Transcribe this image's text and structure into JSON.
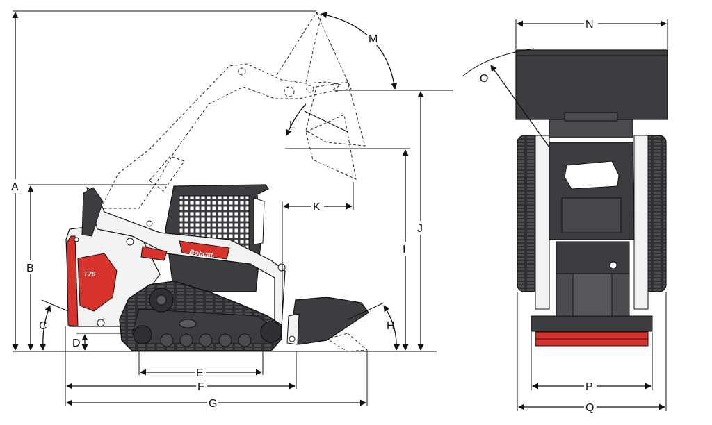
{
  "labels": {
    "A": "A",
    "B": "B",
    "C": "C",
    "D": "D",
    "E": "E",
    "F": "F",
    "G": "G",
    "H": "H",
    "I": "I",
    "J": "J",
    "K": "K",
    "L": "L",
    "M": "M",
    "N": "N",
    "O": "O",
    "P": "P",
    "Q": "Q"
  },
  "decals": {
    "brand": "Bobcat.",
    "model": "T76"
  },
  "colors": {
    "accent": "#d7322b",
    "body": "#3b3d40",
    "frame": "#f2f2f2",
    "line": "#111111"
  }
}
